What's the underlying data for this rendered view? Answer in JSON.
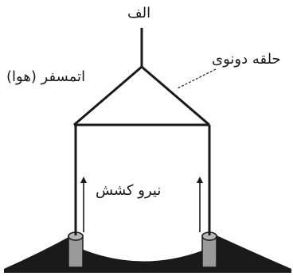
{
  "labels": {
    "top": "الف",
    "ring": "حلقه دونوی",
    "atmosphere": "اتمسفر (هوا)",
    "tension": "نیرو کشش"
  },
  "colors": {
    "line": "#1a1a1a",
    "liquid": "#1a1a1a",
    "wire": "#9a9a9a",
    "background": "#ffffff"
  }
}
